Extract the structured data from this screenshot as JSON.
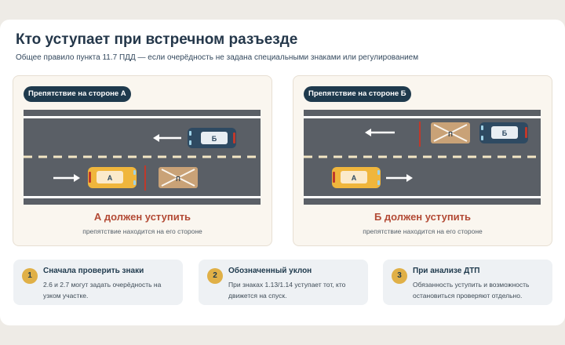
{
  "header": {
    "title": "Кто уступает при встречном разъезде",
    "subtitle": "Общее правило пункта 11.7 ПДД — если очерёдность не задана специальными знаками или регулированием"
  },
  "scenarios": [
    {
      "tag": "Препятствие на стороне А",
      "car_top_label": "Б",
      "car_bottom_label": "А",
      "obstacle_label": "П",
      "verdict": "А должен уступить",
      "verdict_sub": "препятствие находится на его стороне"
    },
    {
      "tag": "Препятствие на стороне Б",
      "car_top_label": "Б",
      "car_bottom_label": "А",
      "obstacle_label": "П",
      "verdict": "Б должен уступить",
      "verdict_sub": "препятствие находится на его стороне"
    }
  ],
  "tips": [
    {
      "number": "1",
      "title": "Сначала проверить знаки",
      "text": "2.6 и 2.7 могут задать очерёдность на узком участке."
    },
    {
      "number": "2",
      "title": "Обозначенный уклон",
      "text": "При знаках 1.13/1.14 уступает тот, кто движется на спуск."
    },
    {
      "number": "3",
      "title": "При анализе ДТП",
      "text": "Обязанность уступить и возможность остановиться проверяют отдельно."
    }
  ],
  "colors": {
    "road": "#5a5f66",
    "car_a": "#f0b63c",
    "car_b": "#2e4a62",
    "obstacle": "#c9a277",
    "stop_line": "#c0392b",
    "accent_text": "#b34a35",
    "tag_bg": "#1f3a4d",
    "badge": "#e0b047"
  }
}
